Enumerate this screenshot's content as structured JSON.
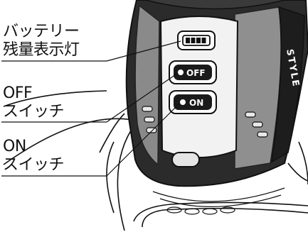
{
  "labels": {
    "battery_line1": "バッテリー",
    "battery_line2": "残量表示灯",
    "off_line1": "OFF",
    "off_line2": "スイッチ",
    "on_line1": "ON",
    "on_line2": "スイッチ"
  },
  "buttons": {
    "off": "OFF",
    "on": "ON"
  },
  "battery_indicator": {
    "segments_total": 4
  },
  "side_print": "STYLE"
}
